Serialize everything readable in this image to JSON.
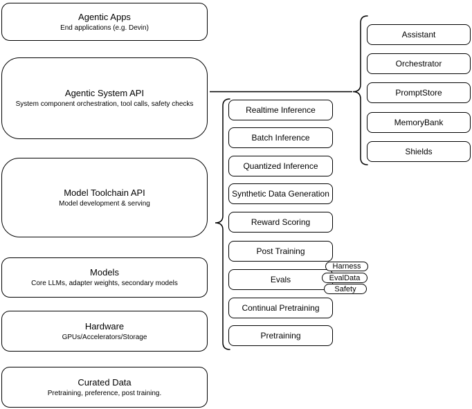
{
  "diagram": {
    "layers": [
      {
        "title": "Agentic Apps",
        "subtitle": "End applications (e.g. Devin)"
      },
      {
        "title": "Agentic System API",
        "subtitle": "System component orchestration, tool calls, safety checks"
      },
      {
        "title": "Model Toolchain API",
        "subtitle": "Model development & serving"
      },
      {
        "title": "Models",
        "subtitle": "Core LLMs, adapter weights, secondary models"
      },
      {
        "title": "Hardware",
        "subtitle": "GPUs/Accelerators/Storage"
      },
      {
        "title": "Curated Data",
        "subtitle": "Pretraining, preference, post training."
      }
    ],
    "toolchain_items": [
      "Realtime Inference",
      "Batch Inference",
      "Quantized Inference",
      "Synthetic Data Generation",
      "Reward Scoring",
      "Post Training",
      "Evals",
      "Continual Pretraining",
      "Pretraining"
    ],
    "eval_tags": [
      "Harness",
      "EvalData",
      "Safety"
    ],
    "system_components": [
      "Assistant",
      "Orchestrator",
      "PromptStore",
      "MemoryBank",
      "Shields"
    ],
    "colors": {
      "stroke": "#000000",
      "fill": "#ffffff",
      "text": "#000000"
    }
  }
}
